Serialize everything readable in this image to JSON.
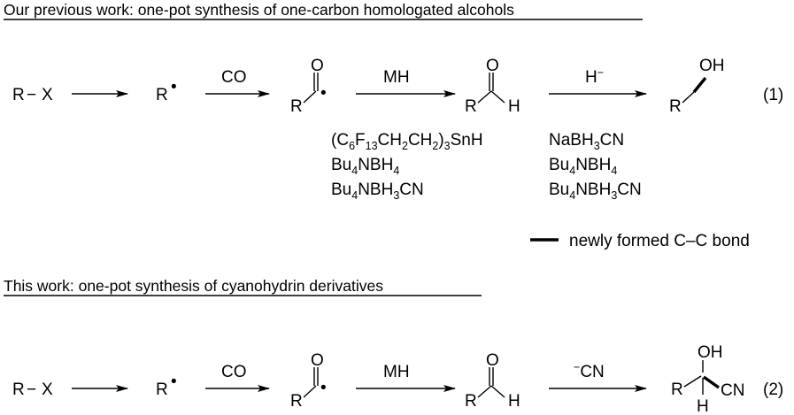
{
  "heading1": "Our previous work: one-pot synthesis of one-carbon homologated alcohols",
  "heading2": "This work: one-pot synthesis of cyanohydrin derivatives",
  "legend": "newly formed C–C bond",
  "eq1_label": "(1)",
  "eq2_label": "(2)",
  "atoms": {
    "R": "R",
    "X": "X",
    "O": "O",
    "H": "H",
    "OH": "OH",
    "CN": "CN",
    "dash": "−",
    "dot": "•"
  },
  "reagents": {
    "co": "CO",
    "mh": "MH",
    "hydride": {
      "base": "H",
      "charge": "−"
    },
    "cyanide": {
      "charge": "−",
      "base": "CN"
    }
  },
  "mh_reagents": {
    "r1": [
      "(C",
      "6",
      "F",
      "13",
      "CH",
      "2",
      "CH",
      "2",
      ")",
      "3",
      "SnH"
    ],
    "r2": [
      "Bu",
      "4",
      "NBH",
      "4"
    ],
    "r3": [
      "Bu",
      "4",
      "NBH",
      "3",
      "CN"
    ]
  },
  "hydride_reagents": {
    "r1": [
      "NaBH",
      "3",
      "CN"
    ],
    "r2": [
      "Bu",
      "4",
      "NBH",
      "4"
    ],
    "r3": [
      "Bu",
      "4",
      "NBH",
      "3",
      "CN"
    ]
  }
}
